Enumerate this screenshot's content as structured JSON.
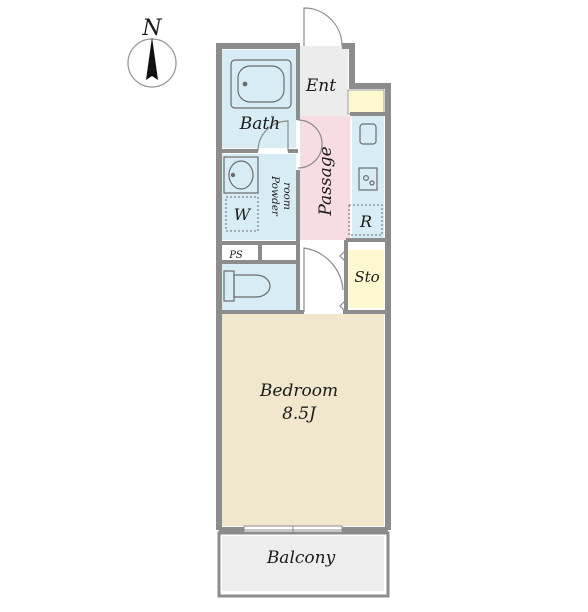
{
  "compass": {
    "label": "N"
  },
  "rooms": {
    "entrance": "Ent",
    "bath": "Bath",
    "passage": "Passage",
    "powder_room_line1": "Powder",
    "powder_room_line2": "room",
    "washer": "W",
    "fridge": "R",
    "pipe_space": "PS",
    "storage": "Sto",
    "bedroom_name": "Bedroom",
    "bedroom_size": "8.5J",
    "balcony": "Balcony"
  },
  "colors": {
    "wall": "#8c8c8c",
    "wet_area": "#d7ecf4",
    "passage": "#f7dde1",
    "storage": "#fdf8cf",
    "bedroom": "#f1e7cc",
    "entrance": "#ececec",
    "balcony": "#ededed"
  }
}
